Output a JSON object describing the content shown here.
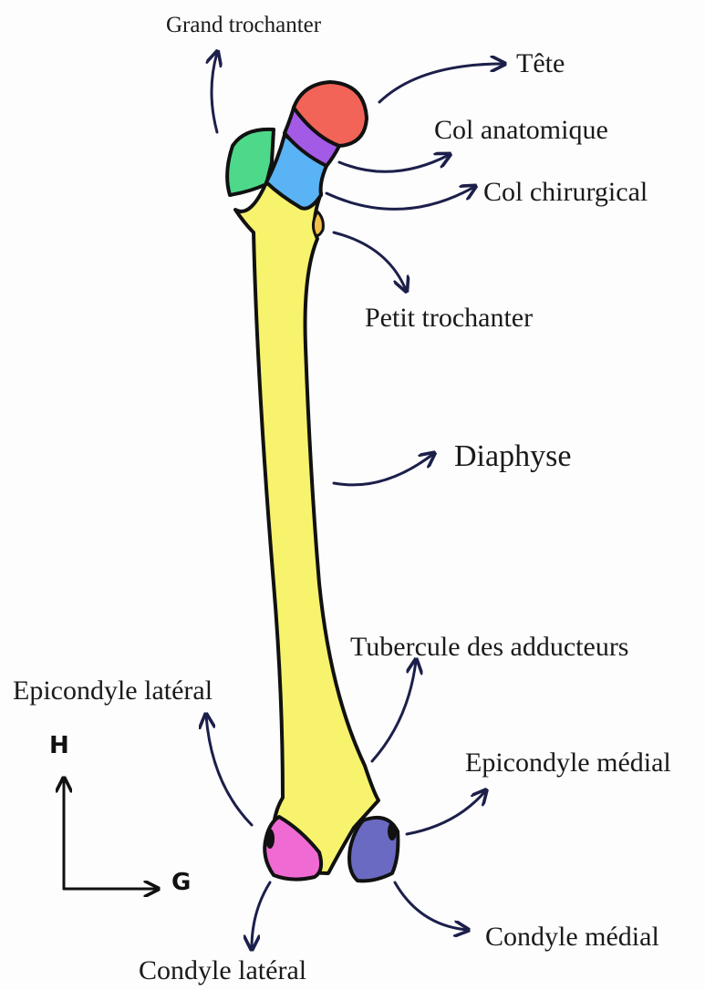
{
  "labels": {
    "grand_trochanter": "Grand trochanter",
    "tete": "Tête",
    "col_anatomique": "Col anatomique",
    "col_chirurgical": "Col chirurgical",
    "petit_trochanter": "Petit trochanter",
    "diaphyse": "Diaphyse",
    "tubercule_adducteurs": "Tubercule des adducteurs",
    "epicondyle_lateral": "Epicondyle latéral",
    "epicondyle_medial": "Epicondyle médial",
    "condyle_medial": "Condyle médial",
    "condyle_lateral": "Condyle latéral"
  },
  "orientation": {
    "up": "H",
    "right": "G"
  },
  "colors": {
    "shaft": "#f7f36d",
    "head": "#f26457",
    "anatomical_neck": "#a35be6",
    "surgical_neck": "#5ab3f5",
    "greater_trochanter": "#4ed88a",
    "lesser_trochanter": "#f2c04a",
    "lateral_condyle": "#f06ad4",
    "medial_condyle": "#6a6ac2",
    "arrows": "#1c1f4a",
    "outline": "#111111"
  }
}
